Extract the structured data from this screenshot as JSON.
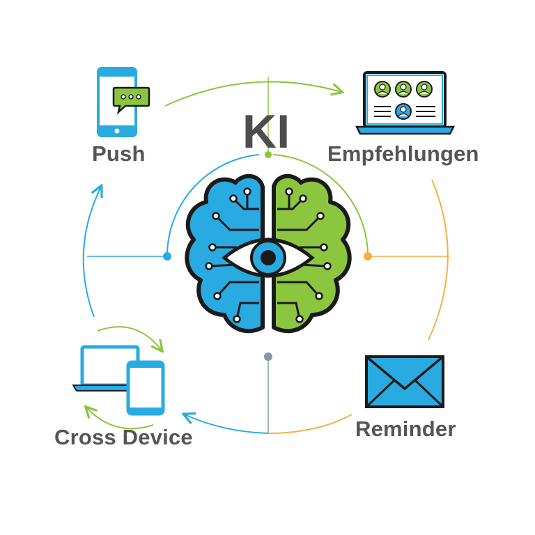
{
  "center": {
    "title": "KI"
  },
  "features": {
    "push": {
      "label": "Push",
      "icon": "smartphone-chat-icon",
      "color": "#29a8e0"
    },
    "recommendations": {
      "label": "Empfehlungen",
      "icon": "laptop-users-icon",
      "color": "#8cc63f"
    },
    "reminder": {
      "label": "Reminder",
      "icon": "envelope-icon",
      "color": "#f5a623"
    },
    "cross_device": {
      "label": "Cross Device",
      "icon": "laptop-phone-sync-icon",
      "color": "#29a8e0"
    }
  },
  "colors": {
    "blue": "#29abe2",
    "green": "#8cc63f",
    "orange": "#f5b041",
    "dark": "#1a1a1a",
    "text": "#555555"
  }
}
